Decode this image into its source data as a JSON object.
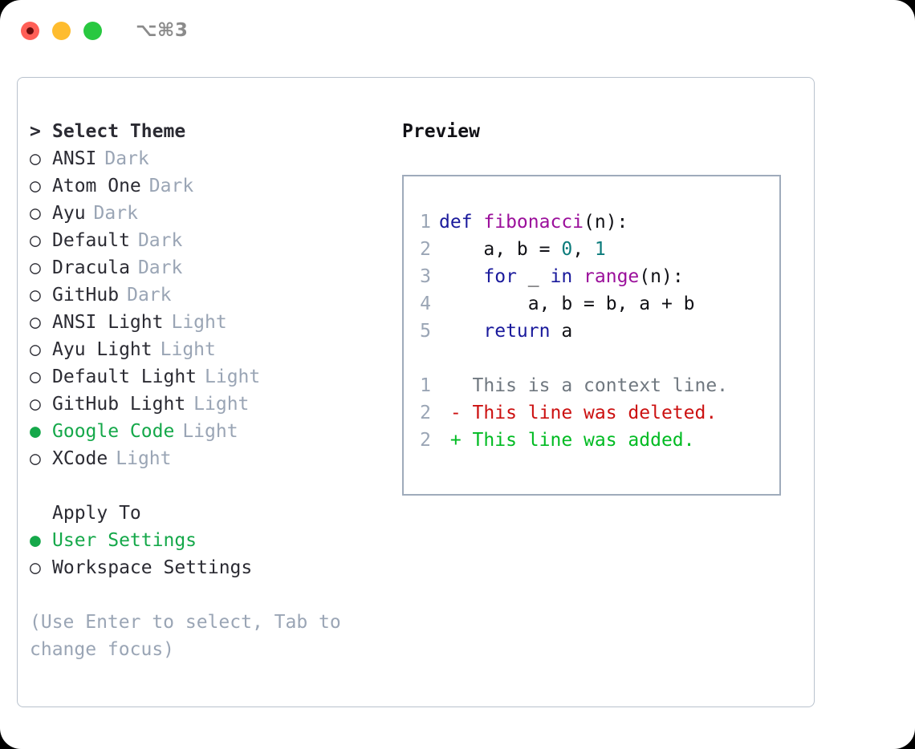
{
  "titlebar": {
    "shortcut": "⌥⌘3",
    "buttons": [
      {
        "name": "close",
        "color": "#ff5f57"
      },
      {
        "name": "minimize",
        "color": "#febc2e"
      },
      {
        "name": "maximize",
        "color": "#28c840"
      }
    ]
  },
  "colors": {
    "accent_green": "#15a84a",
    "muted": "#9aa5b5",
    "text": "#2b2b33",
    "border": "#b9c2cd",
    "preview_border": "#9fabbb",
    "keyword": "#1a1a9c",
    "function": "#9b0f9b",
    "number": "#0b7b7b",
    "diff_deleted": "#cc1111",
    "diff_added": "#00bb22"
  },
  "theme_picker": {
    "header_marker": ">",
    "header": "Select Theme",
    "marker_unselected": "○",
    "marker_selected": "●",
    "items": [
      {
        "marker": "○",
        "label": "ANSI",
        "variant": "Dark",
        "selected": false
      },
      {
        "marker": "○",
        "label": "Atom One",
        "variant": "Dark",
        "selected": false
      },
      {
        "marker": "○",
        "label": "Ayu",
        "variant": "Dark",
        "selected": false
      },
      {
        "marker": "○",
        "label": "Default",
        "variant": "Dark",
        "selected": false
      },
      {
        "marker": "○",
        "label": "Dracula",
        "variant": "Dark",
        "selected": false
      },
      {
        "marker": "○",
        "label": "GitHub",
        "variant": "Dark",
        "selected": false
      },
      {
        "marker": "○",
        "label": "ANSI Light",
        "variant": "Light",
        "selected": false
      },
      {
        "marker": "○",
        "label": "Ayu Light",
        "variant": "Light",
        "selected": false
      },
      {
        "marker": "○",
        "label": "Default Light",
        "variant": "Light",
        "selected": false
      },
      {
        "marker": "○",
        "label": "GitHub Light",
        "variant": "Light",
        "selected": false
      },
      {
        "marker": "●",
        "label": "Google Code",
        "variant": "Light",
        "selected": true
      },
      {
        "marker": "○",
        "label": "XCode",
        "variant": "Light",
        "selected": false
      }
    ]
  },
  "apply_to": {
    "header_marker": " ",
    "header": "Apply To",
    "items": [
      {
        "marker": "●",
        "label": "User Settings",
        "selected": true
      },
      {
        "marker": "○",
        "label": "Workspace Settings",
        "selected": false
      }
    ]
  },
  "hint": "(Use Enter to select, Tab to change focus)",
  "preview": {
    "title": "Preview",
    "code_lines": [
      {
        "ln": "1",
        "tokens": [
          {
            "t": "def ",
            "c": "kw"
          },
          {
            "t": "fibonacci",
            "c": "fn"
          },
          {
            "t": "(n):",
            "c": "plain"
          }
        ]
      },
      {
        "ln": "2",
        "tokens": [
          {
            "t": "    a, b = ",
            "c": "plain"
          },
          {
            "t": "0",
            "c": "num"
          },
          {
            "t": ", ",
            "c": "plain"
          },
          {
            "t": "1",
            "c": "num"
          }
        ]
      },
      {
        "ln": "3",
        "tokens": [
          {
            "t": "    ",
            "c": "plain"
          },
          {
            "t": "for",
            "c": "kw"
          },
          {
            "t": " _ ",
            "c": "plain"
          },
          {
            "t": "in",
            "c": "kw"
          },
          {
            "t": " ",
            "c": "plain"
          },
          {
            "t": "range",
            "c": "fn"
          },
          {
            "t": "(n):",
            "c": "plain"
          }
        ]
      },
      {
        "ln": "4",
        "tokens": [
          {
            "t": "        a, b = b, a + b",
            "c": "plain"
          }
        ]
      },
      {
        "ln": "5",
        "tokens": [
          {
            "t": "    ",
            "c": "plain"
          },
          {
            "t": "return",
            "c": "kw"
          },
          {
            "t": " a",
            "c": "plain"
          }
        ]
      }
    ],
    "diff_lines": [
      {
        "ln": "1",
        "tokens": [
          {
            "t": "   This is a context line.",
            "c": "ctx"
          }
        ]
      },
      {
        "ln": "2",
        "tokens": [
          {
            "t": " - This line was deleted.",
            "c": "del"
          }
        ]
      },
      {
        "ln": "2",
        "tokens": [
          {
            "t": " + This line was added.",
            "c": "add"
          }
        ]
      }
    ]
  }
}
